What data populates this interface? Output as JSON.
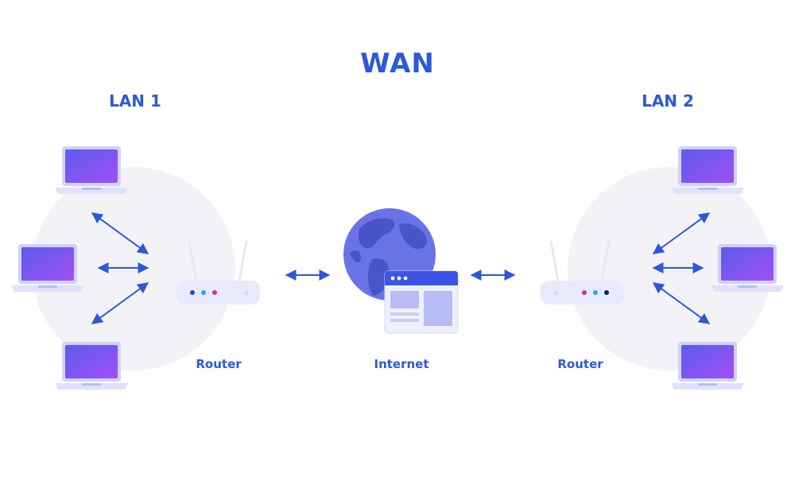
{
  "title": "WAN",
  "lan_left": {
    "title": "LAN 1"
  },
  "lan_right": {
    "title": "LAN 2"
  },
  "router_left": {
    "label": "Router"
  },
  "router_right": {
    "label": "Router"
  },
  "internet": {
    "label": "Internet"
  },
  "colors": {
    "accent_blue": "#2b59d9",
    "laptop_purple": "#8a4ff0",
    "laptop_violet": "#5b5bf0",
    "globe_blue": "#6a73e6",
    "globe_dark": "#4854c9",
    "router_body": "#e8e9fb",
    "halo": "#f3f3f7",
    "led_blue": "#1f46d8",
    "led_cyan": "#22a8e8",
    "led_pink": "#e02a9a",
    "led_navy": "#1a1f5a"
  },
  "icons": {
    "laptop": "laptop-icon",
    "router": "router-icon",
    "globe": "globe-icon",
    "browser_window": "browser-window-icon",
    "arrow": "double-arrow-icon"
  }
}
